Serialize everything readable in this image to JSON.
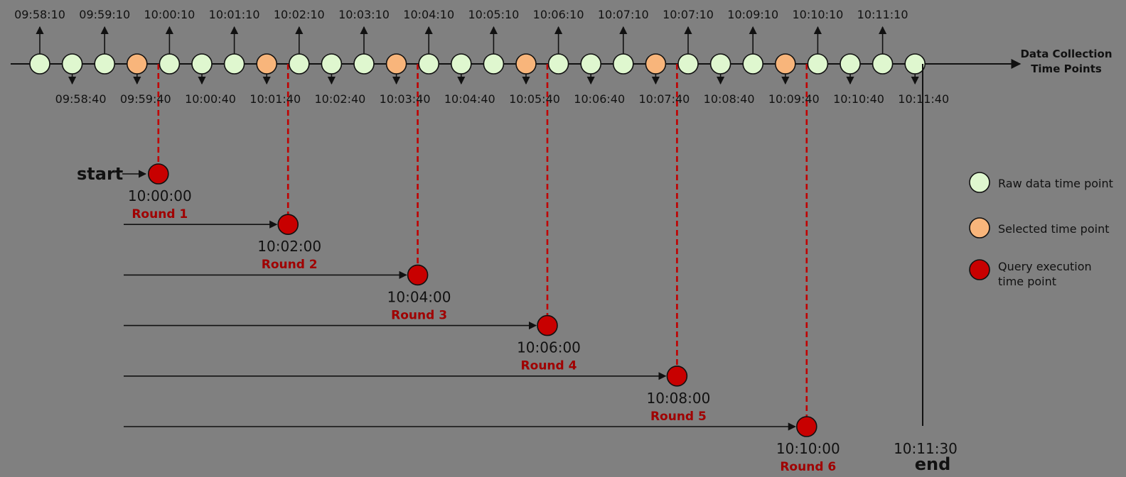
{
  "axis": {
    "label_line1": "Data Collection",
    "label_line2": "Time Points"
  },
  "colors": {
    "raw": "#dff7cf",
    "selected": "#f8b57b",
    "query": "#c80000",
    "line": "#111111",
    "dash": "#c00000"
  },
  "top_labels": [
    "09:58:10",
    "09:59:10",
    "10:00:10",
    "10:01:10",
    "10:02:10",
    "10:03:10",
    "10:04:10",
    "10:05:10",
    "10:06:10",
    "10:07:10",
    "10:07:10",
    "10:09:10",
    "10:10:10",
    "10:11:10"
  ],
  "bottom_labels": [
    "09:58:40",
    "09:59:40",
    "10:00:40",
    "10:01:40",
    "10:02:40",
    "10:03:40",
    "10:04:40",
    "10:05:40",
    "10:06:40",
    "10:07:40",
    "10:08:40",
    "10:09:40",
    "10:10:40",
    "10:11:40"
  ],
  "dots": [
    {
      "type": "raw",
      "dir": "up",
      "label_index": 0
    },
    {
      "type": "raw",
      "dir": "down",
      "label_index": 0
    },
    {
      "type": "raw",
      "dir": "up",
      "label_index": 1
    },
    {
      "type": "selected",
      "dir": "down",
      "label_index": 1
    },
    {
      "type": "raw",
      "dir": "up",
      "label_index": 2
    },
    {
      "type": "raw",
      "dir": "down",
      "label_index": 2
    },
    {
      "type": "raw",
      "dir": "up",
      "label_index": 3
    },
    {
      "type": "selected",
      "dir": "down",
      "label_index": 3
    },
    {
      "type": "raw",
      "dir": "up",
      "label_index": 4
    },
    {
      "type": "raw",
      "dir": "down",
      "label_index": 4
    },
    {
      "type": "raw",
      "dir": "up",
      "label_index": 5
    },
    {
      "type": "selected",
      "dir": "down",
      "label_index": 5
    },
    {
      "type": "raw",
      "dir": "up",
      "label_index": 6
    },
    {
      "type": "raw",
      "dir": "down",
      "label_index": 6
    },
    {
      "type": "raw",
      "dir": "up",
      "label_index": 7
    },
    {
      "type": "selected",
      "dir": "down",
      "label_index": 7
    },
    {
      "type": "raw",
      "dir": "up",
      "label_index": 8
    },
    {
      "type": "raw",
      "dir": "down",
      "label_index": 8
    },
    {
      "type": "raw",
      "dir": "up",
      "label_index": 9
    },
    {
      "type": "selected",
      "dir": "down",
      "label_index": 9
    },
    {
      "type": "raw",
      "dir": "up",
      "label_index": 10
    },
    {
      "type": "raw",
      "dir": "down",
      "label_index": 10
    },
    {
      "type": "raw",
      "dir": "up",
      "label_index": 11
    },
    {
      "type": "selected",
      "dir": "down",
      "label_index": 11
    },
    {
      "type": "raw",
      "dir": "up",
      "label_index": 12
    },
    {
      "type": "raw",
      "dir": "down",
      "label_index": 12
    },
    {
      "type": "raw",
      "dir": "up",
      "label_index": 13
    },
    {
      "type": "raw",
      "dir": "down",
      "label_index": 13
    }
  ],
  "start_label": "start",
  "end_label": "end",
  "end_time": "10:11:30",
  "queries": [
    {
      "time": "10:00:00",
      "round": "Round 1"
    },
    {
      "time": "10:02:00",
      "round": "Round 2"
    },
    {
      "time": "10:04:00",
      "round": "Round 3"
    },
    {
      "time": "10:06:00",
      "round": "Round 4"
    },
    {
      "time": "10:08:00",
      "round": "Round 5"
    },
    {
      "time": "10:10:00",
      "round": "Round 6"
    }
  ],
  "legend": [
    {
      "key": "raw",
      "text": "Raw data time point"
    },
    {
      "key": "selected",
      "text": "Selected time point"
    },
    {
      "key": "query",
      "text_line1": "Query execution",
      "text_line2": "time point"
    }
  ]
}
